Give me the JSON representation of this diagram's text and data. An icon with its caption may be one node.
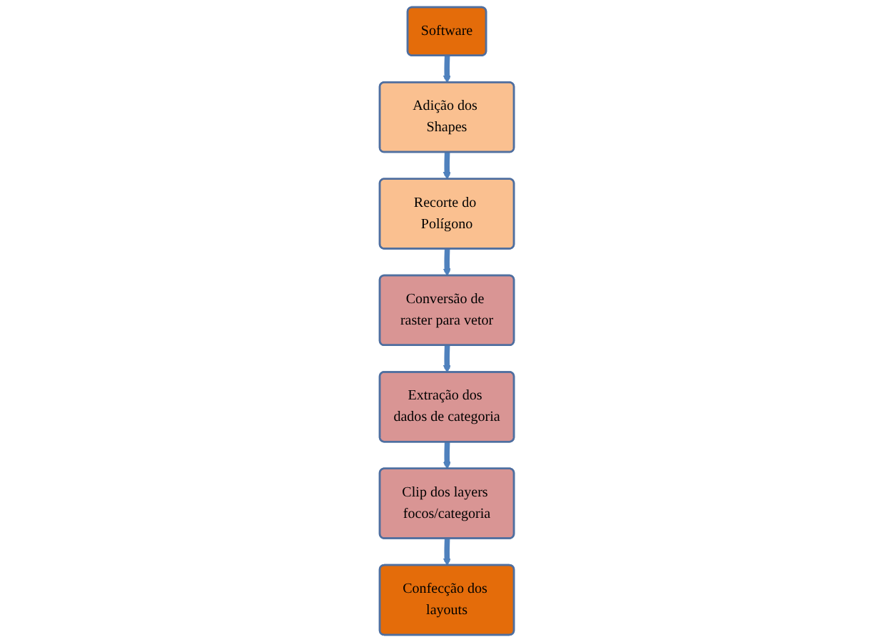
{
  "diagram": {
    "nodes": [
      {
        "text": [
          "Software"
        ]
      },
      {
        "text": [
          "Adição dos Shapes"
        ]
      },
      {
        "text": [
          "Recorte do Polígono"
        ]
      },
      {
        "text": [
          "Conversão de raster para vetor"
        ]
      },
      {
        "text": [
          "Extração dos dados de categoria"
        ]
      },
      {
        "text": [
          "Clip dos layers focos/categoria"
        ]
      },
      {
        "text": [
          "Confecção dos layouts"
        ]
      }
    ],
    "edges": [
      {
        "from": 0,
        "to": 1,
        "arrow": "to"
      },
      {
        "from": 1,
        "to": 2,
        "arrow": "to"
      },
      {
        "from": 2,
        "to": 3,
        "arrow": "to"
      },
      {
        "from": 3,
        "to": 4,
        "arrow": "to"
      },
      {
        "from": 4,
        "to": 5,
        "arrow": "to"
      },
      {
        "from": 5,
        "to": 6,
        "arrow": "to"
      }
    ]
  }
}
